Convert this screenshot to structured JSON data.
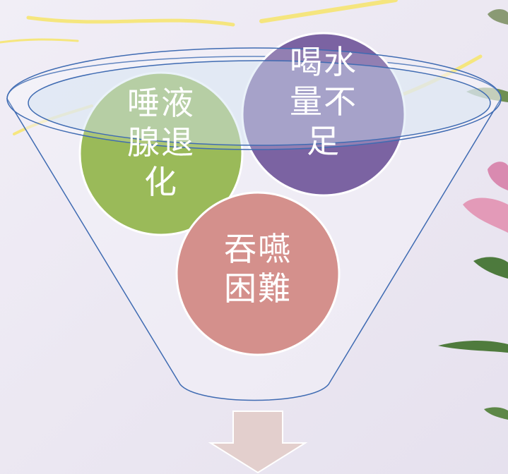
{
  "diagram": {
    "type": "funnel",
    "circles": [
      {
        "id": "salivary",
        "label": "唾液腺退化",
        "lines": [
          "唾液",
          "腺退",
          "化"
        ],
        "color": "#9aba59"
      },
      {
        "id": "water",
        "label": "喝水量不足",
        "lines": [
          "喝水",
          "量不",
          "足"
        ],
        "color": "#7b63a2"
      },
      {
        "id": "swallow",
        "label": "吞嚥困難",
        "lines": [
          "吞嚥",
          "困難"
        ],
        "color": "#d4908c"
      }
    ],
    "arrow": {
      "direction": "down",
      "color": "#e3cfcd"
    },
    "funnel_stroke": "#3f6bb2",
    "background": "#ece8f2"
  }
}
